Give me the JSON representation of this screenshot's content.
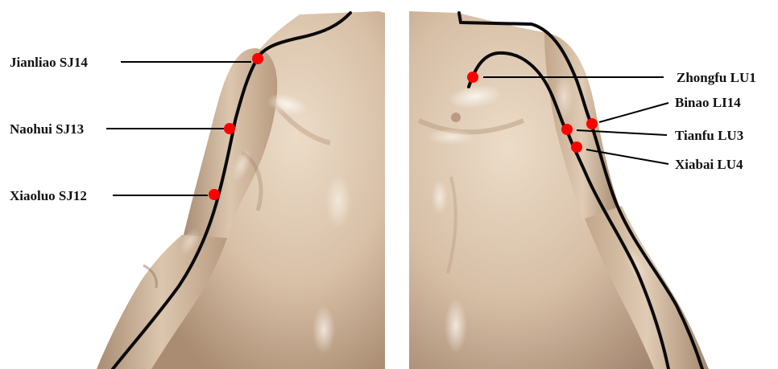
{
  "colors": {
    "background": "#ffffff",
    "skin_light": "#e6d2bd",
    "skin_mid": "#cdb198",
    "skin_shadow": "#9d8168",
    "meridian_line": "#0a0a0a",
    "point": "#ff0000",
    "leader_line": "#000000",
    "label_text": "#111111"
  },
  "points": [
    {
      "label": "Jianliao SJ14"
    },
    {
      "label": "Naohui SJ13"
    },
    {
      "label": "Xiaoluo SJ12"
    },
    {
      "label": "Zhongfu LU1"
    },
    {
      "label": "Binao LI14"
    },
    {
      "label": "Tianfu LU3"
    },
    {
      "label": "Xiabai LU4"
    }
  ]
}
